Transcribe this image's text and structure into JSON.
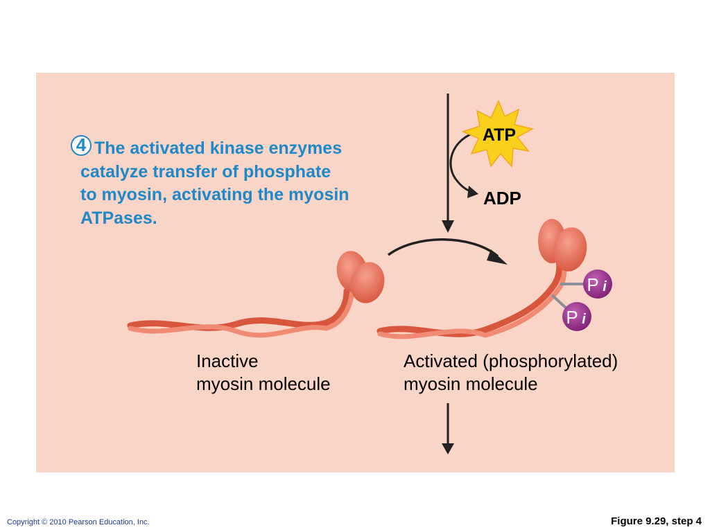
{
  "step": {
    "number": "4",
    "line1": "The activated kinase enzymes",
    "line2": "catalyze transfer of phosphate",
    "line3": "to myosin, activating the myosin",
    "line4": "ATPases."
  },
  "labels": {
    "atp": "ATP",
    "adp": "ADP",
    "pi_letter": "P",
    "pi_sub": "i",
    "inactive_line1": "Inactive",
    "inactive_line2": "myosin molecule",
    "activated_line1": "Activated (phosphorylated)",
    "activated_line2": "myosin molecule"
  },
  "footer": {
    "copyright": "Copyright © 2010 Pearson Education, Inc.",
    "figure": "Figure 9.29, step 4"
  },
  "colors": {
    "panel": "#f8d5c6",
    "text_blue": "#1e88c8",
    "myosin": "#e8735c",
    "phosphate": "#9b2f8f",
    "atp_star": "#f9d11c"
  }
}
